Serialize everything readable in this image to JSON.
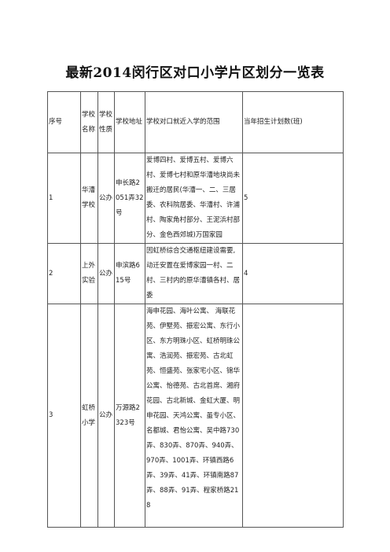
{
  "title": "最新2014闵行区对口小学片区划分一览表",
  "table": {
    "headers": [
      "序号",
      "学校名称",
      "学校性质",
      "学校地址",
      "学校对口就近入学的范围",
      "当年招生计划数(班)"
    ],
    "rows": [
      {
        "no": "1",
        "name": "华漕学校",
        "type": "公办",
        "address": "申长路2051弄32号",
        "scope": "爱博四村、爱博五村、爱博六村、爱博七村和原华漕地块尚未搬迁的居民(华漕一、二、三居委、农科院居委、华漕村、许浦村、陶家角村部分、王泥浜村部分、金色西郊城)万国家园",
        "plan": "5"
      },
      {
        "no": "2",
        "name": "上外实验",
        "type": "公办",
        "address": "申滨路615号",
        "scope": "因虹桥综合交通枢纽建设需要,动迁安置在爱博家园一村、二村、三村内的原华漕镇各村、居委",
        "plan": "4"
      },
      {
        "no": "3",
        "name": "虹桥小学",
        "type": "公办",
        "address": "万源路2323号",
        "scope": "海申花园、海叶公寓、 海联花苑、伊墅苑、振宏公寓、东行小区、东方明珠小区、虹桥明珠公寓、浩润苑、振宏苑、古北虹苑、恒盛苑、张家宅小区、锦华公寓、怡德苑、古北首席、湘府花园、古北新城、金虹大厦、明申花园、天鸿公寓、虽专小区、名都城、君怡公寓、吴中路730弄、830弄、870弄、940弄、970弄、1001弄、环镇西路6弄、39弄、41弄、环镇南路87弄、88弄、91弄、程家桥路218",
        "plan": ""
      }
    ]
  }
}
